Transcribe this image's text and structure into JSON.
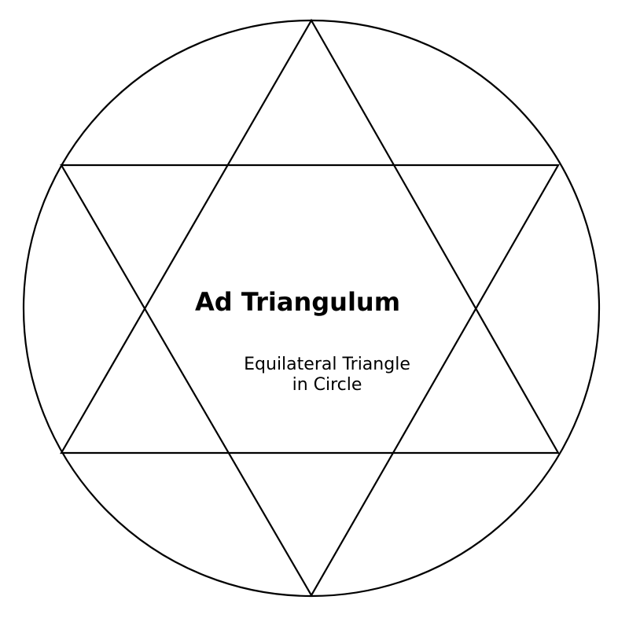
{
  "diagram": {
    "title": "Ad Triangulum",
    "subtitle_line1": "Equilateral Triangle",
    "subtitle_line2": "in Circle",
    "stroke_color": "#000000",
    "background_color": "#ffffff"
  }
}
